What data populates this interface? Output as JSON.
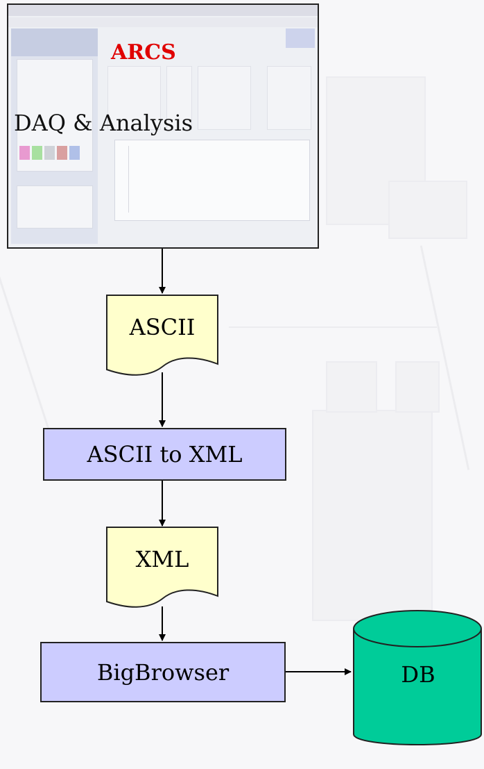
{
  "app_box": {
    "product": "ARCS",
    "subtitle": "DAQ & Analysis"
  },
  "flow": {
    "ascii_doc": "ASCII",
    "converter": "ASCII to XML",
    "xml_doc": "XML",
    "browser": "BigBrowser",
    "database": "DB"
  },
  "colors": {
    "process_fill": "#ccccff",
    "document_fill": "#ffffcc",
    "database_fill": "#00cc99",
    "product_text": "#e00000"
  }
}
